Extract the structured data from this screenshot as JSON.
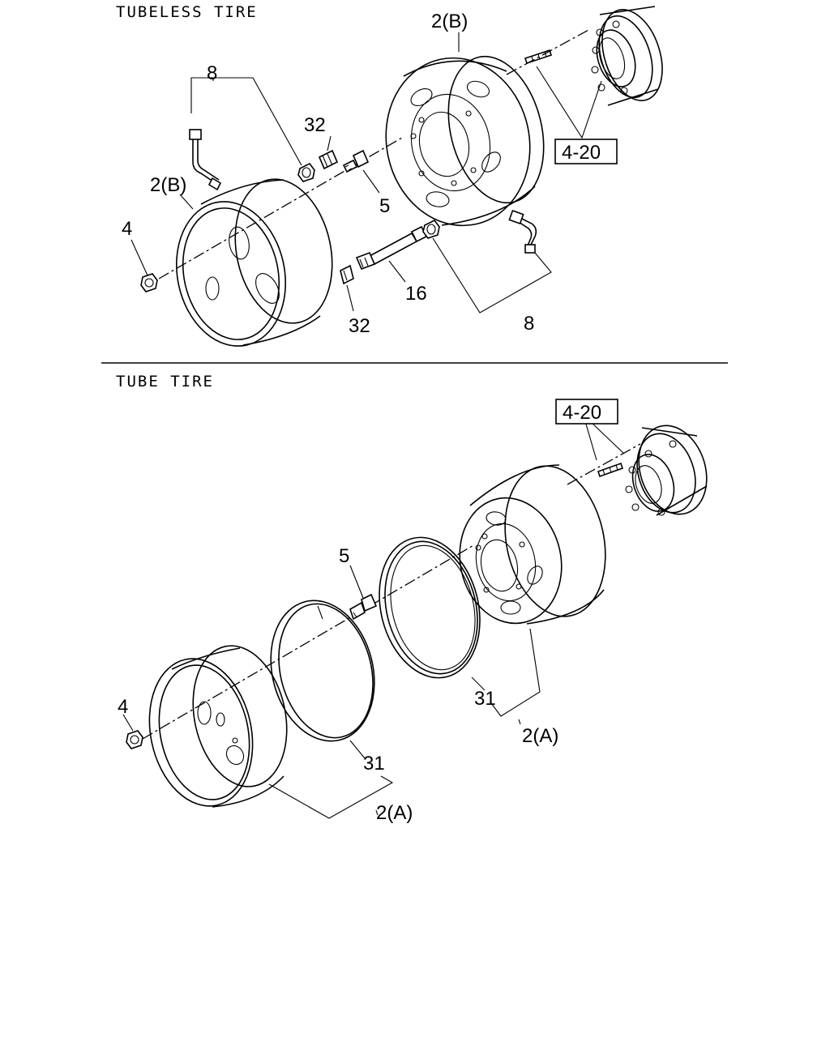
{
  "sections": {
    "tubeless_title": "TUBELESS TIRE",
    "tube_title": "TUBE TIRE"
  },
  "tubeless": {
    "label_2b_top": "2(B)",
    "label_2b_left": "2(B)",
    "label_8_top": "8",
    "label_8_bottom": "8",
    "label_32_top": "32",
    "label_32_bottom": "32",
    "label_5": "5",
    "label_16": "16",
    "label_4": "4",
    "ref_box": "4-20"
  },
  "tube": {
    "ref_box": "4-20",
    "label_5": "5",
    "label_4": "4",
    "label_31_right": "31",
    "label_31_left": "31",
    "label_2a_right": "2(A)",
    "label_2a_left": "2(A)"
  }
}
